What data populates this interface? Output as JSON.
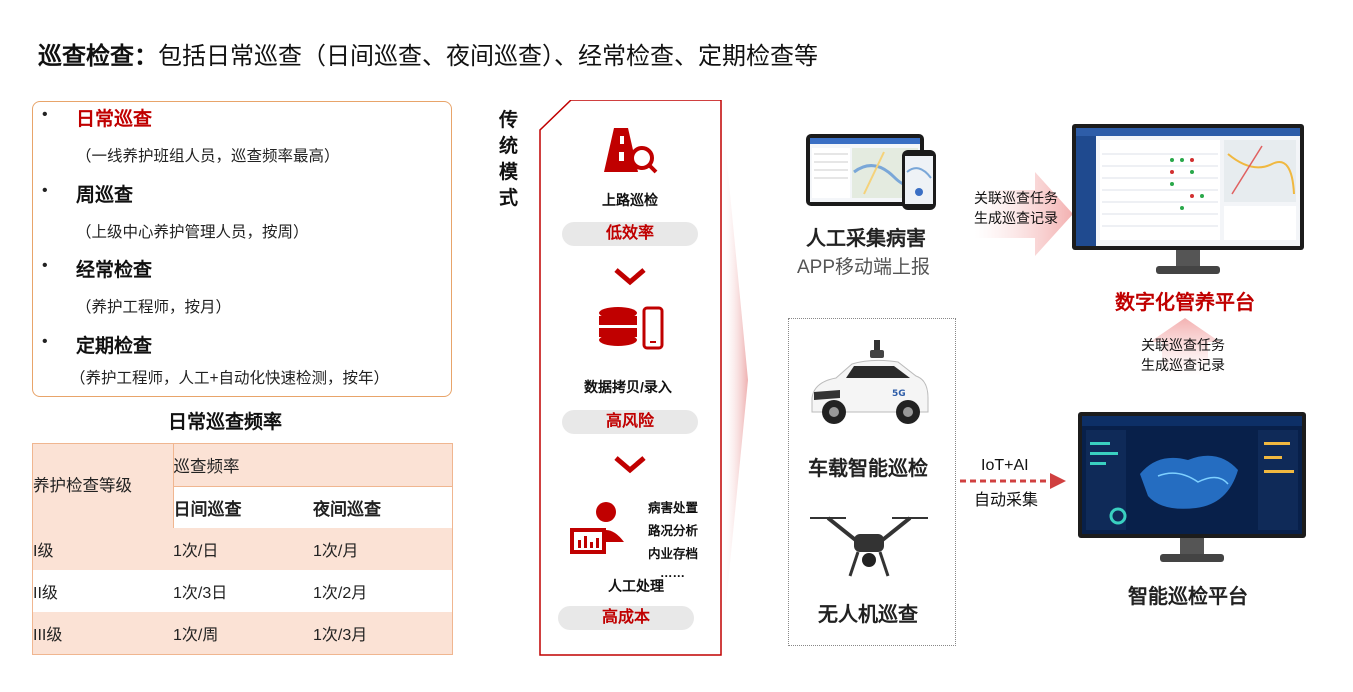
{
  "title": {
    "bold": "巡查检查：",
    "rest": "包括日常巡查（日间巡查、夜间巡查）、经常检查、定期检查等"
  },
  "patrol_types": [
    {
      "bullet": "•",
      "name": "日常巡查",
      "desc": "（一线养护班组人员，巡查频率最高）",
      "highlight": true
    },
    {
      "bullet": "•",
      "name": "周巡查",
      "desc": "（上级中心养护管理人员，按周）",
      "highlight": false
    },
    {
      "bullet": "•",
      "name": "经常检查",
      "desc": "（养护工程师，按月）",
      "highlight": false
    },
    {
      "bullet": "•",
      "name": "定期检查",
      "desc": "（养护工程师，人工+自动化快速检测，按年）",
      "highlight": false
    }
  ],
  "freq_table": {
    "title": "日常巡查频率",
    "col_level": "养护检查等级",
    "col_group": "巡查频率",
    "col_day": "日间巡查",
    "col_night": "夜间巡查",
    "rows": [
      {
        "level": "I级",
        "day": "1次/日",
        "night": "1次/月"
      },
      {
        "level": "II级",
        "day": "1次/3日",
        "night": "1次/2月"
      },
      {
        "level": "III级",
        "day": "1次/周",
        "night": "1次/3月"
      }
    ]
  },
  "traditional": {
    "label": "传统模式",
    "steps": [
      {
        "label": "上路巡检",
        "tag": "低效率"
      },
      {
        "label": "数据拷贝/录入",
        "tag": "高风险"
      },
      {
        "label": "人工处理",
        "tag": "高成本"
      }
    ],
    "tasks": [
      "病害处置",
      "路况分析",
      "内业存档",
      "……"
    ]
  },
  "right": {
    "manual_title": "人工采集病害",
    "manual_sub": "APP移动端上报",
    "link_top": [
      "关联巡查任务",
      "生成巡查记录"
    ],
    "platform_top": "数字化管养平台",
    "link_mid": [
      "关联巡查任务",
      "生成巡查记录"
    ],
    "vehicle_label": "车载智能巡检",
    "drone_label": "无人机巡查",
    "iot_text": [
      "IoT+AI",
      "自动采集"
    ],
    "platform_bottom": "智能巡检平台"
  },
  "colors": {
    "accent": "#c00000",
    "border_orange": "#e8a46a",
    "table_fill": "#fbe2d5",
    "pill_grey": "#e8e8e8"
  }
}
